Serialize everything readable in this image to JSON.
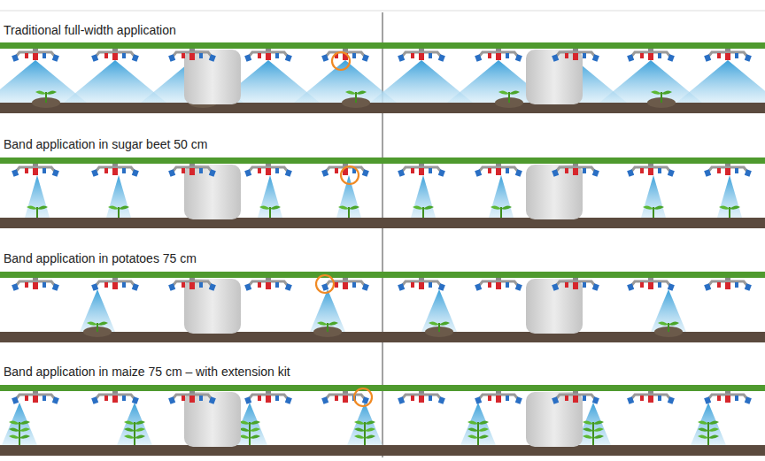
{
  "diagram": {
    "labels": [
      "Traditional full-width application",
      "Band application in sugar beet 50 cm",
      "Band application in potatoes 75 cm",
      "Band application in maize 75 cm – with extension kit"
    ]
  }
}
